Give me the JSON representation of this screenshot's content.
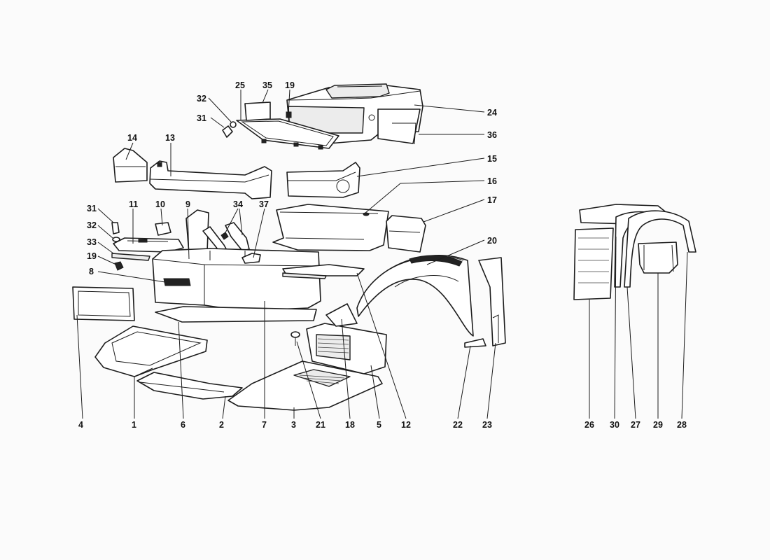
{
  "diagram": {
    "callouts": [
      {
        "id": "c25",
        "text": "25"
      },
      {
        "id": "c35",
        "text": "35"
      },
      {
        "id": "c19top",
        "text": "19"
      },
      {
        "id": "c32top",
        "text": "32"
      },
      {
        "id": "c31top",
        "text": "31"
      },
      {
        "id": "c24",
        "text": "24"
      },
      {
        "id": "c36",
        "text": "36"
      },
      {
        "id": "c14",
        "text": "14"
      },
      {
        "id": "c13",
        "text": "13"
      },
      {
        "id": "c15",
        "text": "15"
      },
      {
        "id": "c16",
        "text": "16"
      },
      {
        "id": "c17",
        "text": "17"
      },
      {
        "id": "c20",
        "text": "20"
      },
      {
        "id": "c31",
        "text": "31"
      },
      {
        "id": "c32",
        "text": "32"
      },
      {
        "id": "c33",
        "text": "33"
      },
      {
        "id": "c19",
        "text": "19"
      },
      {
        "id": "c11",
        "text": "11"
      },
      {
        "id": "c10",
        "text": "10"
      },
      {
        "id": "c9",
        "text": "9"
      },
      {
        "id": "c34",
        "text": "34"
      },
      {
        "id": "c37",
        "text": "37"
      },
      {
        "id": "c8",
        "text": "8"
      },
      {
        "id": "c4",
        "text": "4"
      },
      {
        "id": "c1",
        "text": "1"
      },
      {
        "id": "c6",
        "text": "6"
      },
      {
        "id": "c2",
        "text": "2"
      },
      {
        "id": "c7",
        "text": "7"
      },
      {
        "id": "c3",
        "text": "3"
      },
      {
        "id": "c21",
        "text": "21"
      },
      {
        "id": "c18",
        "text": "18"
      },
      {
        "id": "c5",
        "text": "5"
      },
      {
        "id": "c12",
        "text": "12"
      },
      {
        "id": "c22",
        "text": "22"
      },
      {
        "id": "c23",
        "text": "23"
      },
      {
        "id": "c26",
        "text": "26"
      },
      {
        "id": "c30",
        "text": "30"
      },
      {
        "id": "c27",
        "text": "27"
      },
      {
        "id": "c29",
        "text": "29"
      },
      {
        "id": "c28",
        "text": "28"
      }
    ]
  }
}
